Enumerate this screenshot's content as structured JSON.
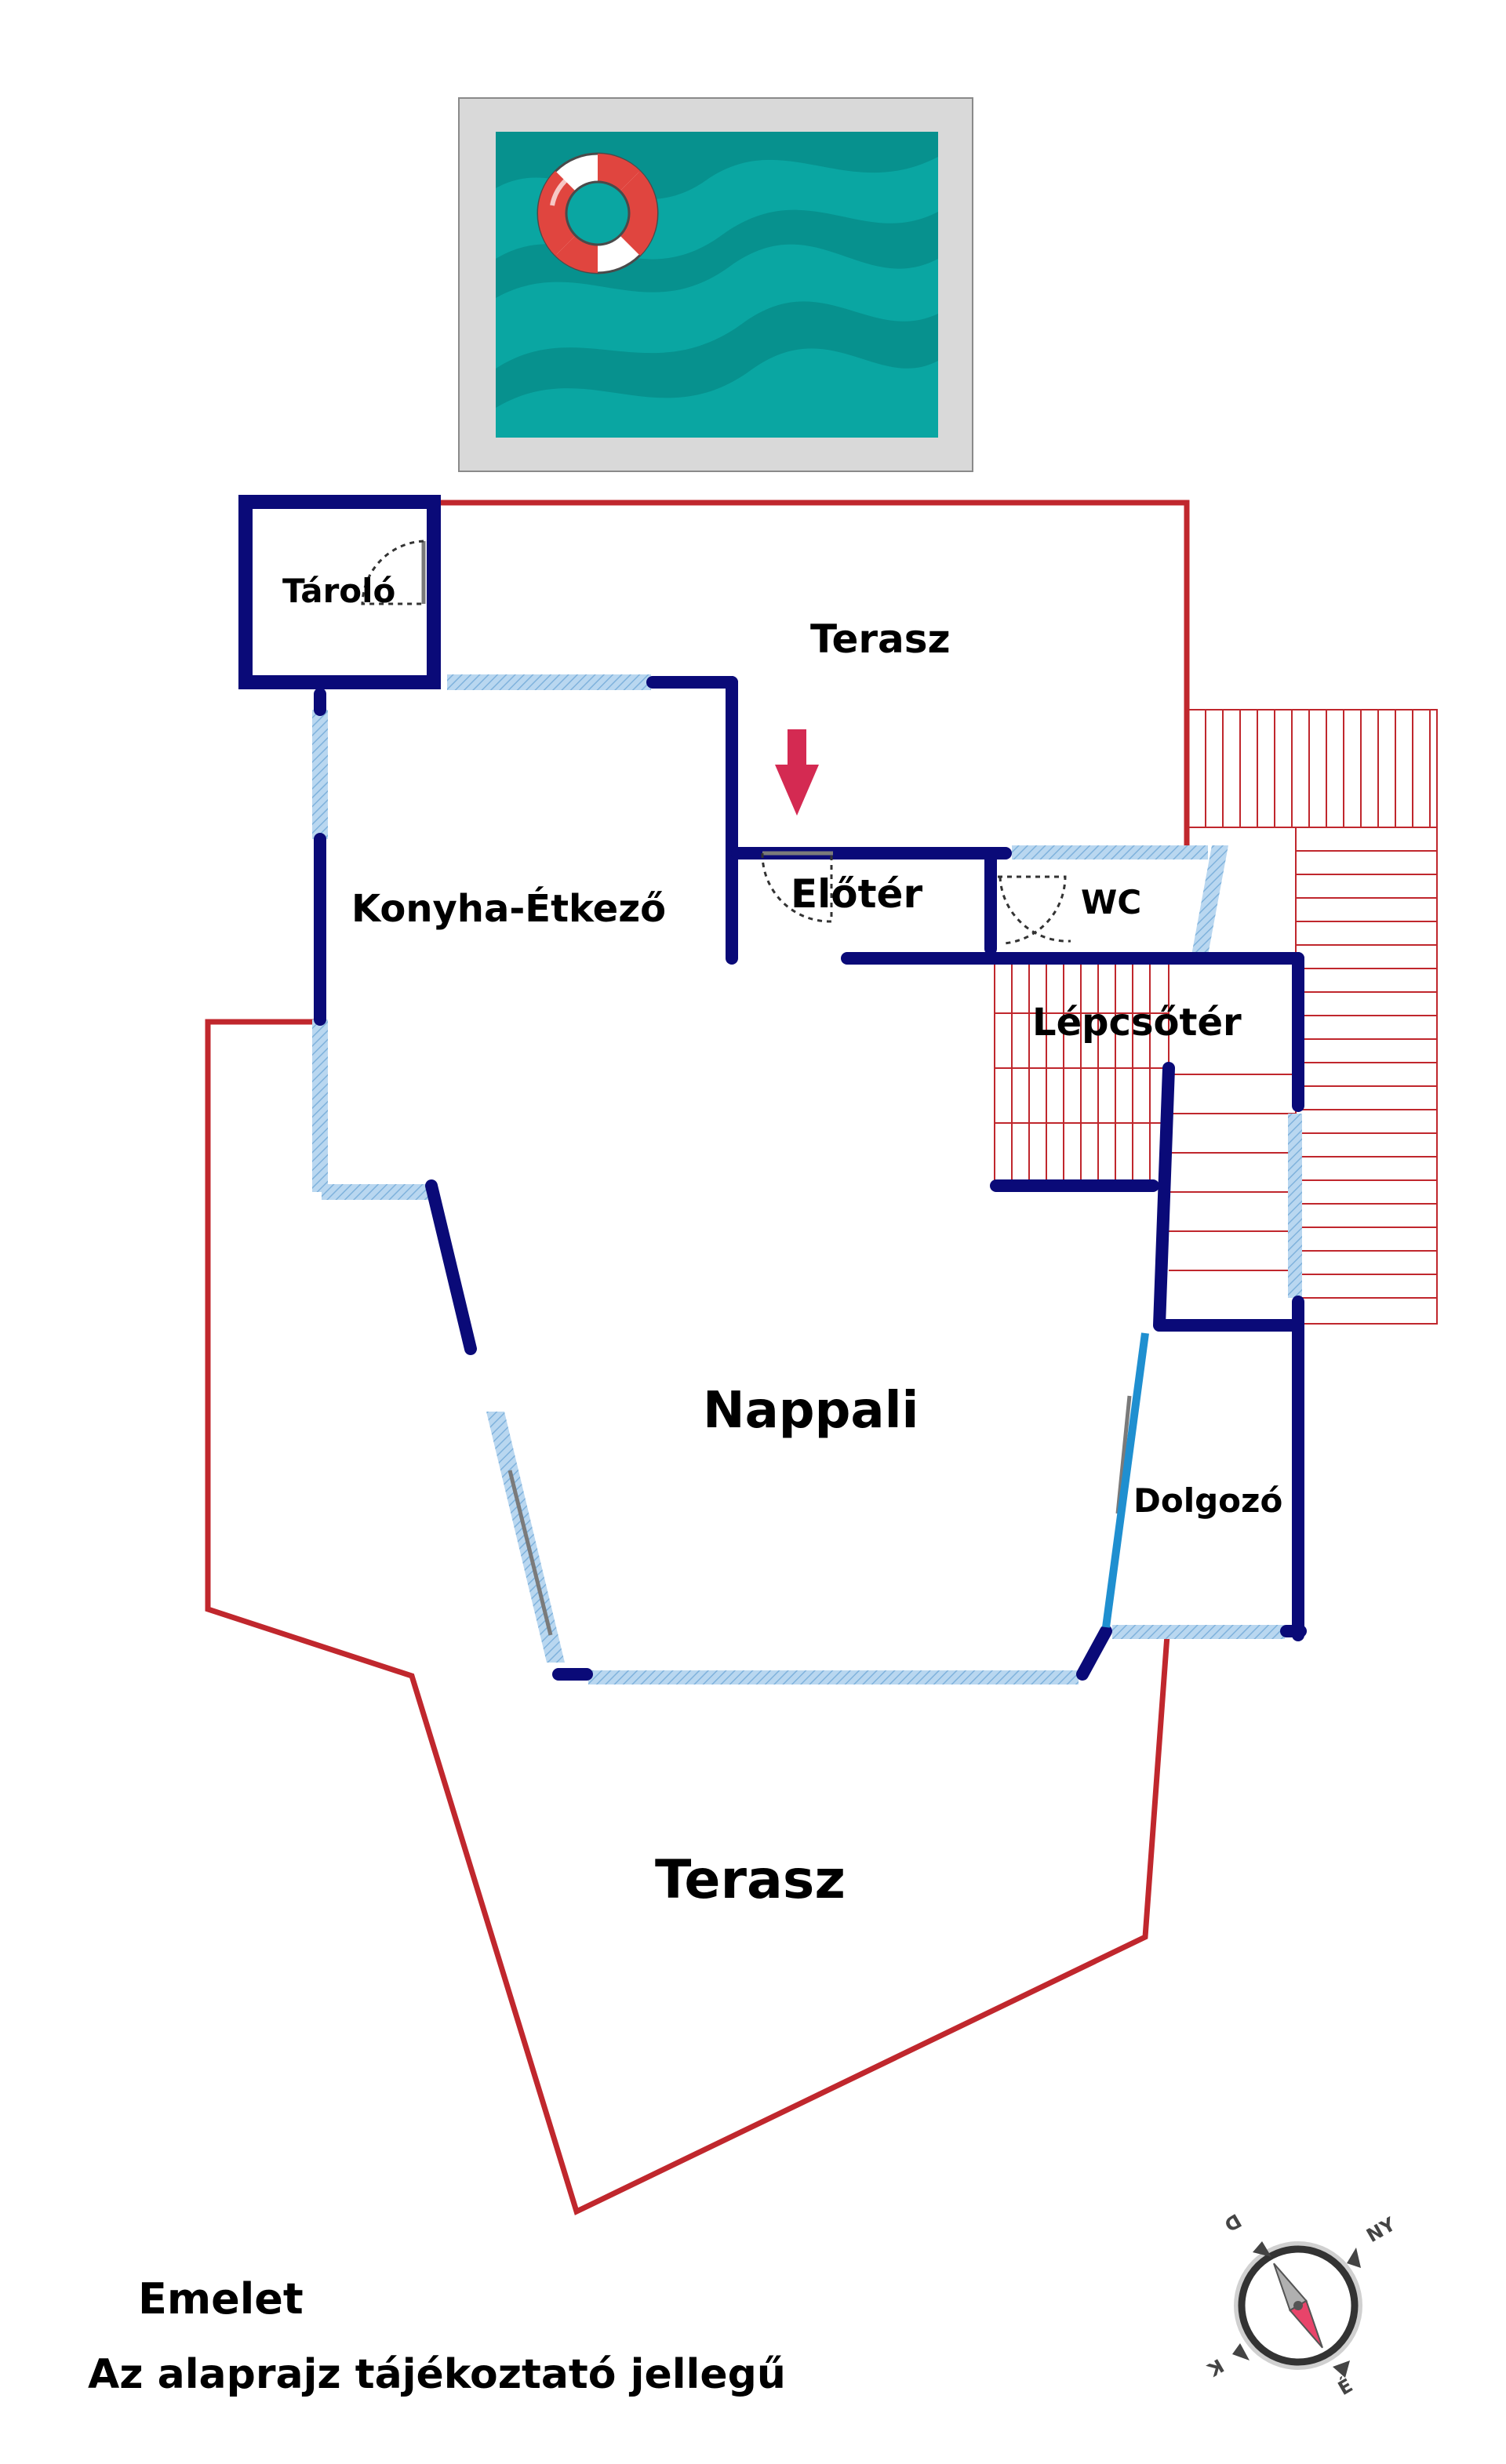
{
  "plan": {
    "rooms": {
      "tarolo": "Tároló",
      "terasz_top": "Terasz",
      "konyha": "Konyha-Étkező",
      "eloter": "Előtér",
      "wc": "WC",
      "lepcsoter": "Lépcsőtér",
      "nappali": "Nappali",
      "dolgozo": "Dolgozó",
      "terasz_bottom": "Terasz"
    }
  },
  "footer": {
    "floor": "Emelet",
    "note": "Az alaprajz tájékoztató jellegű"
  },
  "compass": {
    "labels": {
      "ny": "NY",
      "d": "D",
      "k": "K",
      "e": "É"
    }
  },
  "colors": {
    "wall": "#0a0a78",
    "window": "#9fc8ea",
    "terrace_outline": "#c0272d",
    "stairs": "#c0272d",
    "pool_water": "#0aa6a2",
    "pool_frame": "#d9d9d9",
    "entry_arrow": "#d42a52"
  }
}
